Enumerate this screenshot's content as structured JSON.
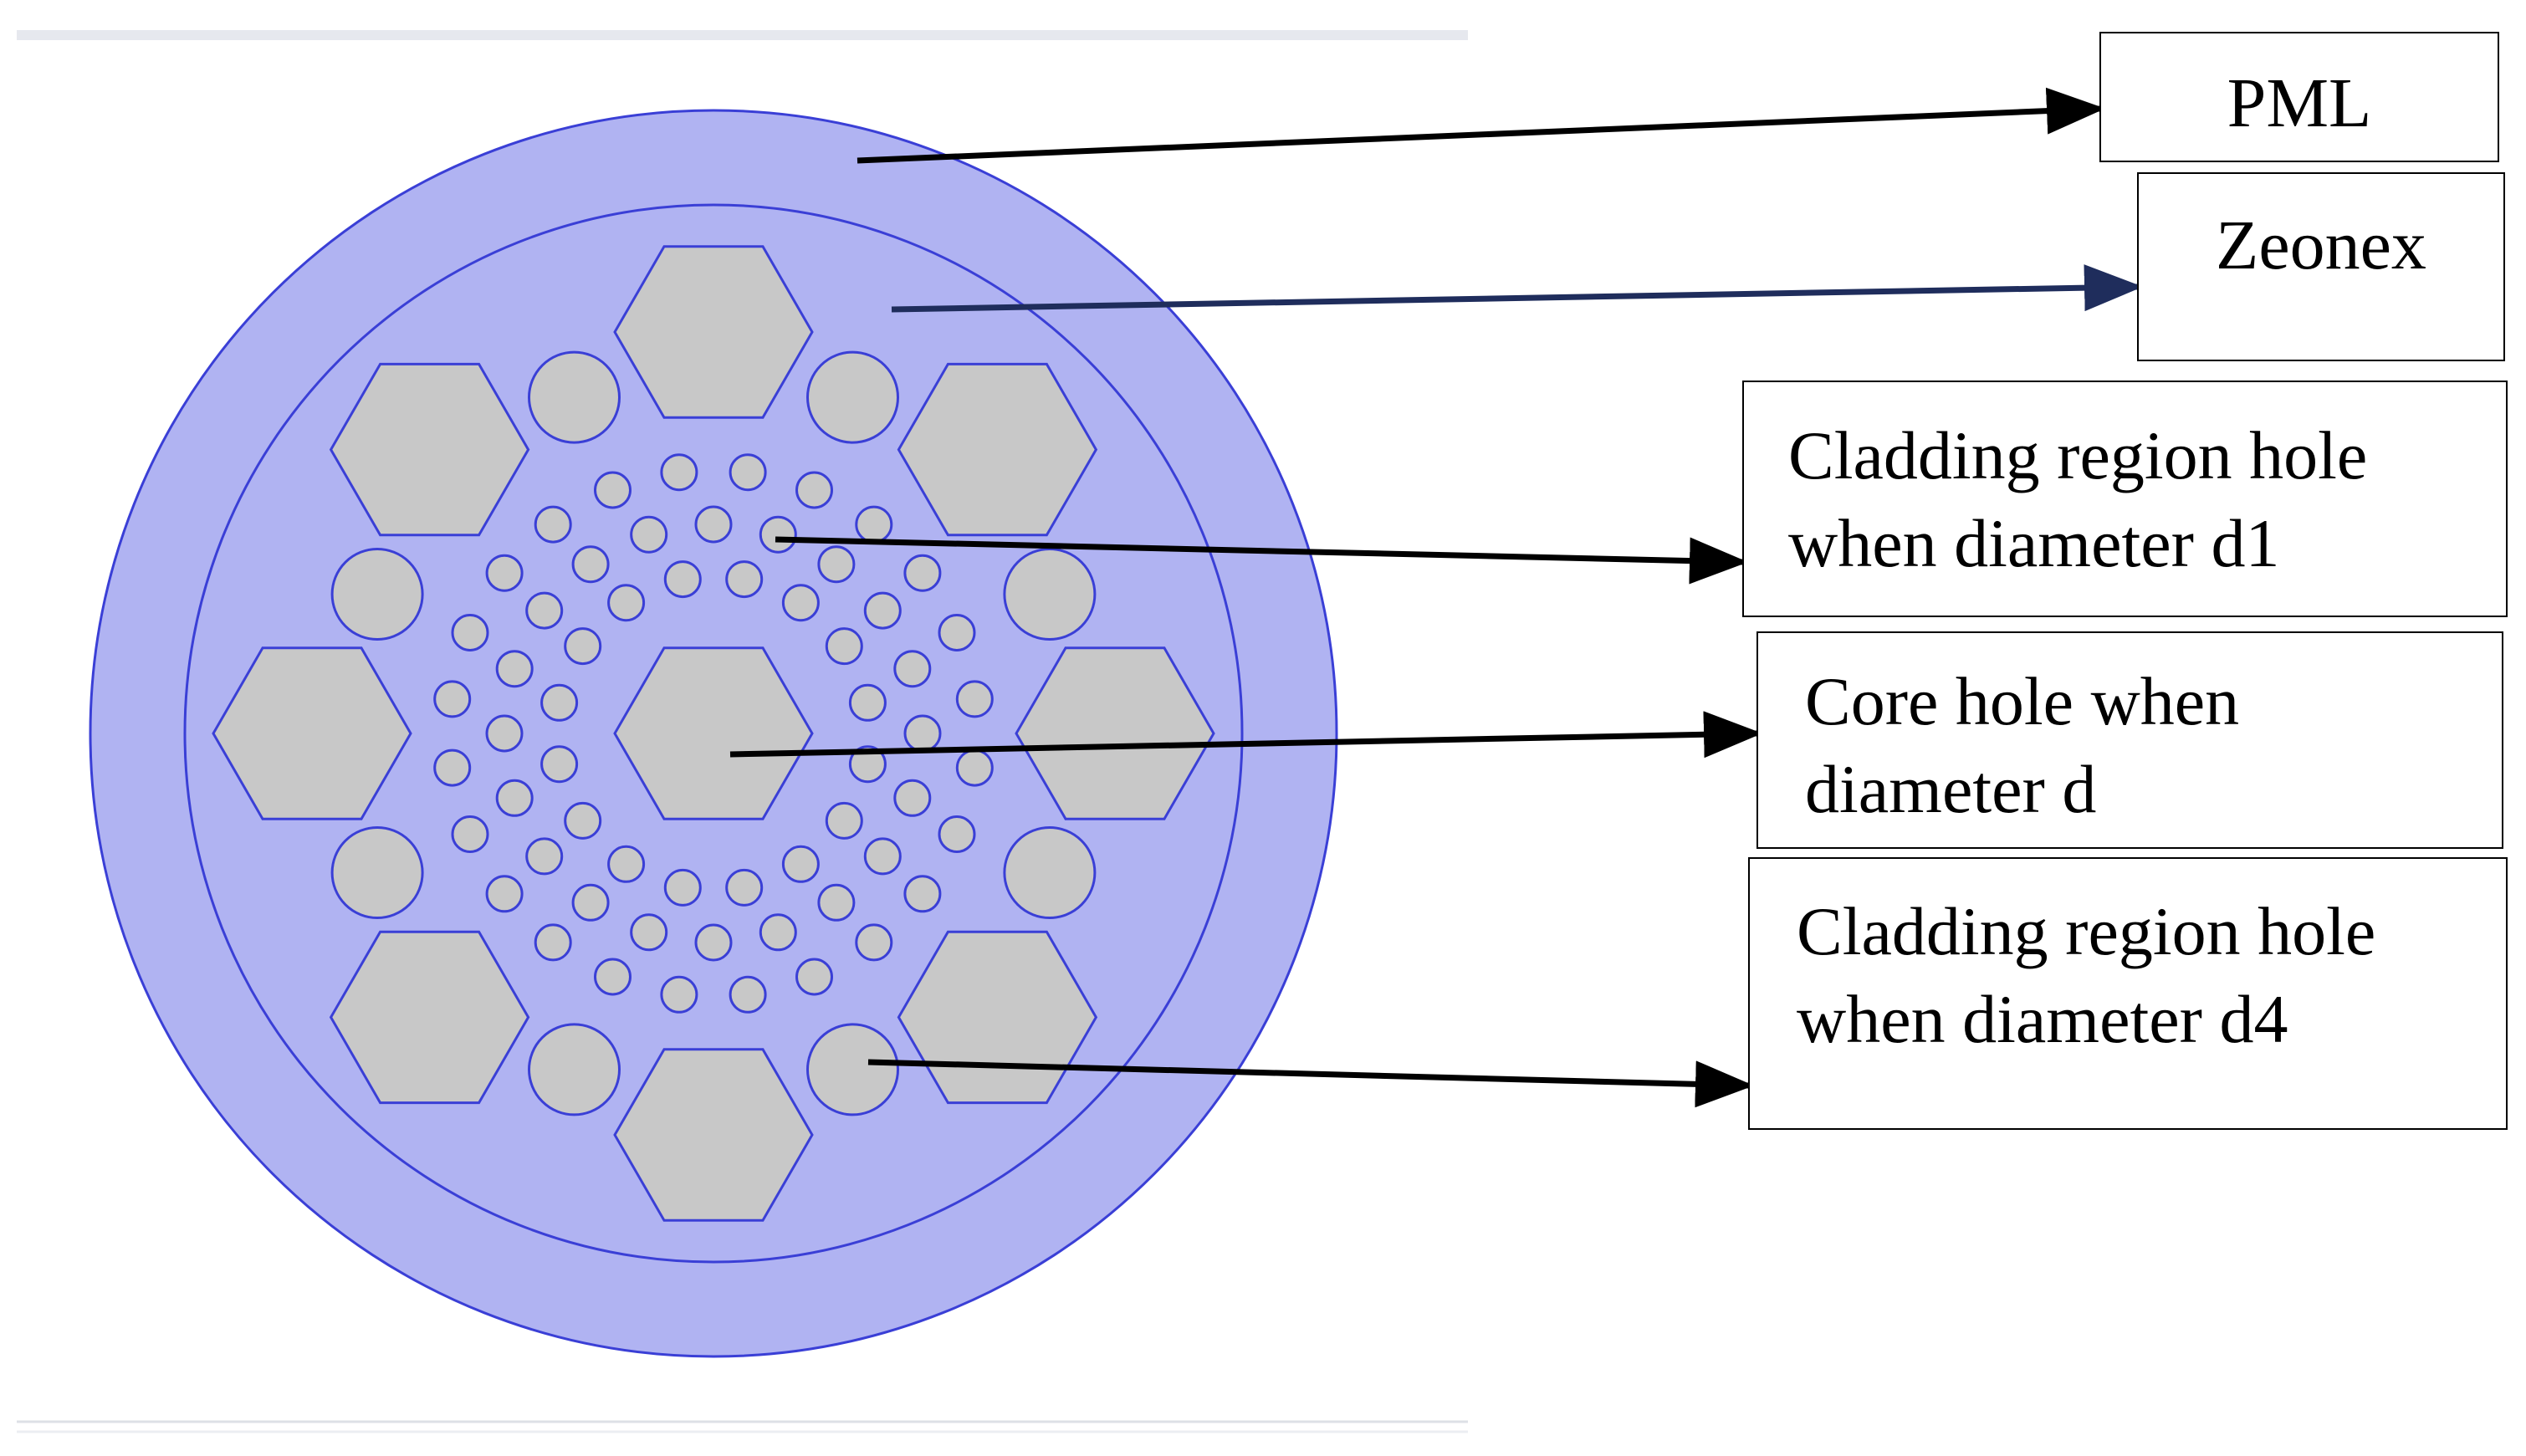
{
  "labels": {
    "pml": "PML",
    "zeonex": "Zeonex",
    "cladding_d1": "Cladding region hole\nwhen diameter d1",
    "core_d": "Core hole when\ndiameter d",
    "cladding_d4": "Cladding region hole\nwhen diameter d4"
  },
  "colors": {
    "pml_fill": "#b0b3f2",
    "zeonex_fill": "#b0b3f2",
    "outline": "#3a3fd6",
    "hole_fill": "#c8c8c8",
    "arrow_black": "#000000",
    "arrow_navy": "#1f2d5c"
  }
}
